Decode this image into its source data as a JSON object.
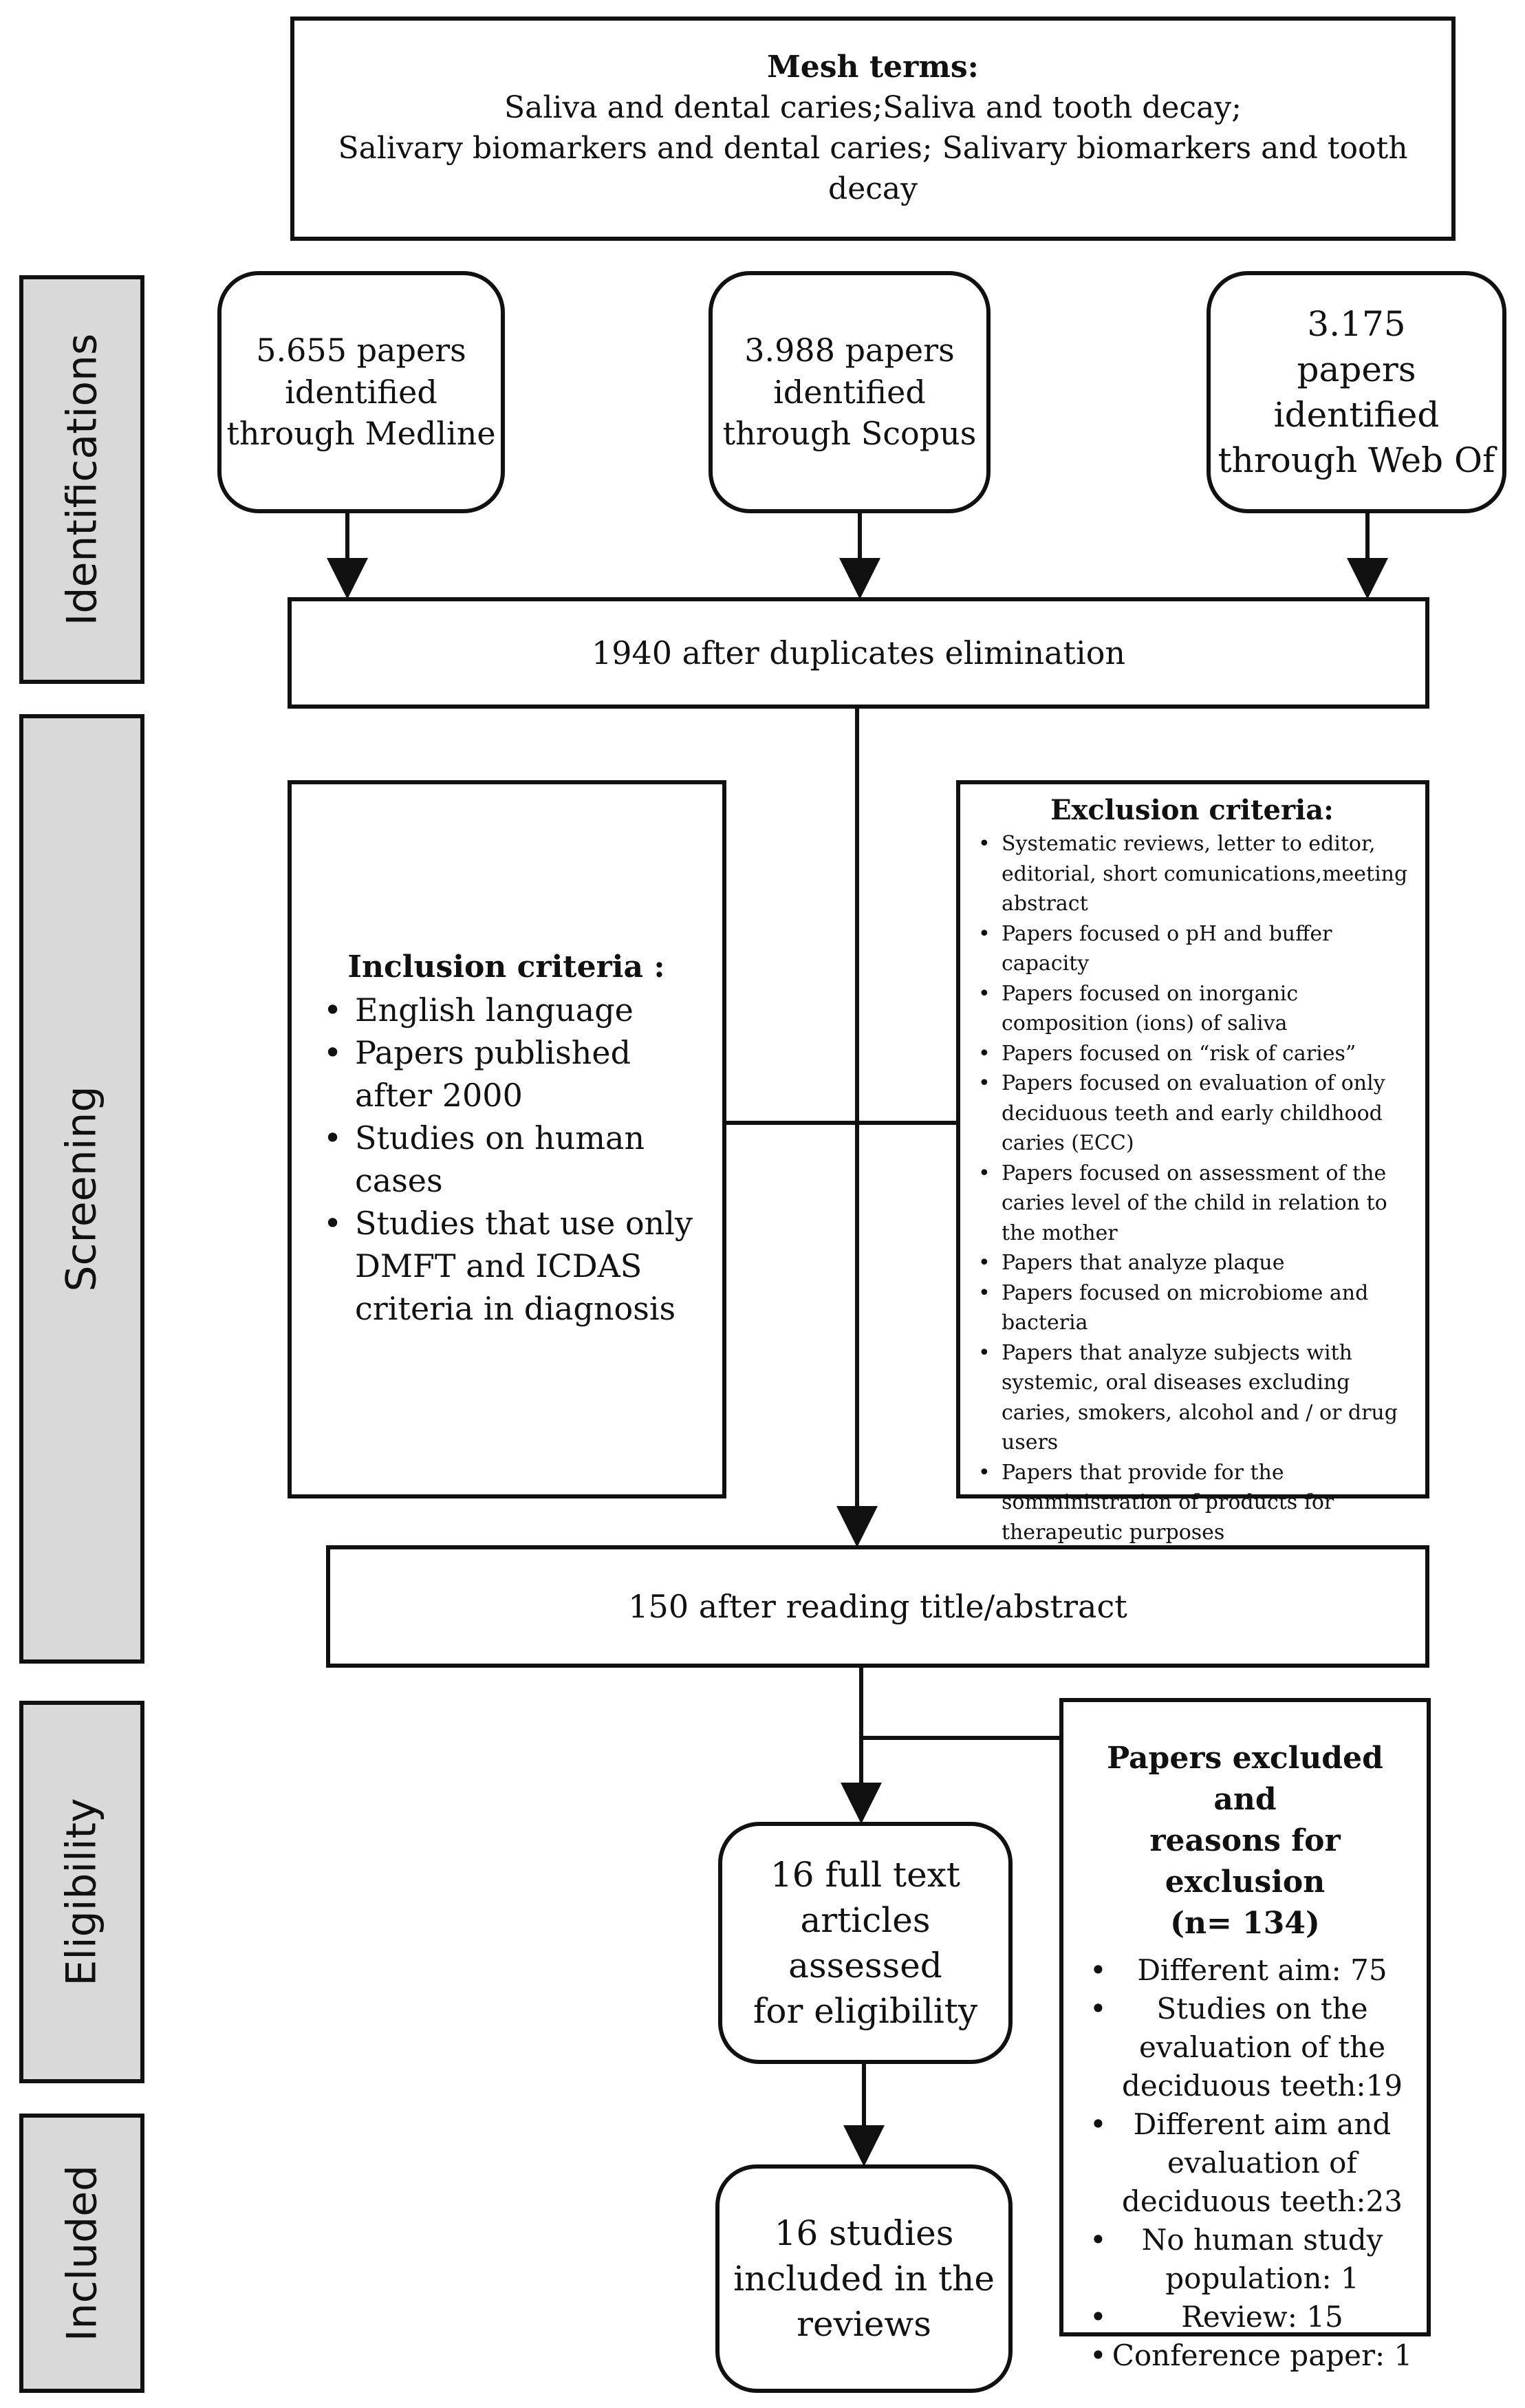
{
  "mesh": {
    "title": "Mesh terms:",
    "line1": "Saliva and dental caries;Saliva and tooth decay;",
    "line2": "Salivary biomarkers and dental caries; Salivary biomarkers and tooth decay"
  },
  "stages": {
    "identifications": "Identifications",
    "screening": "Screening",
    "eligibility": "Eligibility",
    "included": "Included"
  },
  "sources": {
    "medline": [
      "5.655 papers",
      "identified",
      "through Medline"
    ],
    "scopus": [
      "3.988 papers",
      "identified",
      "through Scopus"
    ],
    "wos": [
      "3.175",
      "papers",
      "identified",
      "through Web Of"
    ]
  },
  "duplicates": "1940 after duplicates elimination",
  "inclusion": {
    "title": "Inclusion criteria :",
    "items": [
      "English language",
      "Papers published after 2000",
      "Studies on human cases",
      "Studies that use only DMFT and ICDAS criteria in diagnosis"
    ]
  },
  "exclusion": {
    "title": "Exclusion criteria:",
    "items": [
      "Systematic reviews, letter to editor, editorial, short comunications,meeting abstract",
      "Papers focused o pH and buffer capacity",
      "Papers focused on inorganic composition (ions) of saliva",
      "Papers focused on “risk of caries”",
      "Papers focused on evaluation of only deciduous teeth and early childhood caries (ECC)",
      "Papers focused on assessment of the caries level of the child in relation to the mother",
      "Papers that analyze plaque",
      "Papers focused on microbiome and bacteria",
      "Papers that analyze subjects with systemic, oral diseases excluding caries, smokers, alcohol and / or drug users",
      "Papers that provide for the somministration of products for therapeutic purposes"
    ]
  },
  "after_title": "150 after reading title/abstract",
  "fulltext": [
    "16 full text",
    "articles assessed",
    "for eligibility"
  ],
  "included_box": [
    "16 studies",
    "included in the",
    "reviews"
  ],
  "excluded": {
    "title": [
      "Papers excluded and",
      "reasons for exclusion",
      "(n= 134)"
    ],
    "items": [
      "Different aim: 75",
      "Studies on the evaluation of the deciduous teeth:19",
      "Different aim and evaluation of deciduous teeth:23",
      "No human study population: 1",
      "Review: 15",
      "Conference paper: 1"
    ]
  }
}
